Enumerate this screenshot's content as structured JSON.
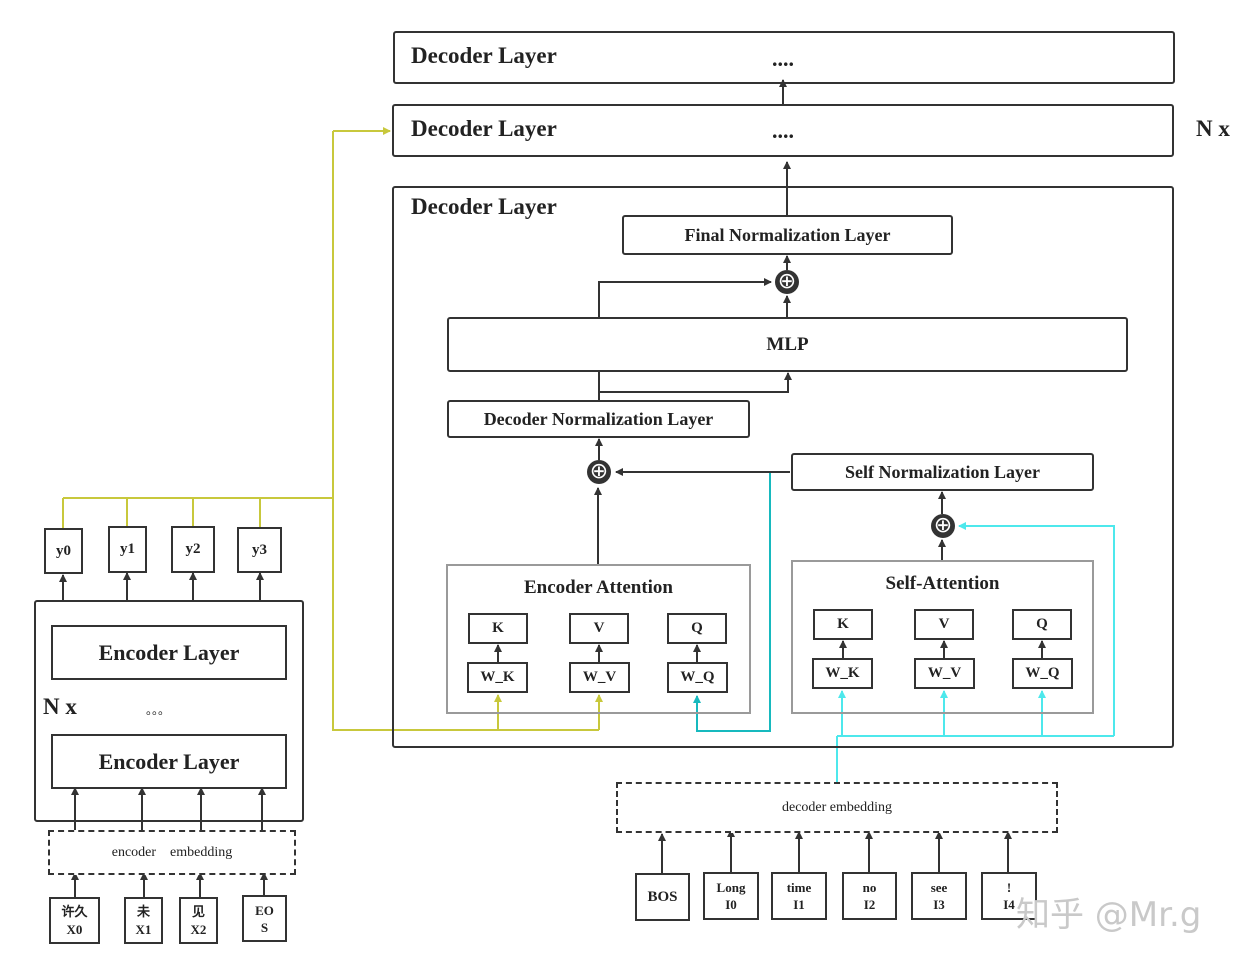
{
  "decoder_stack": {
    "top_layer": {
      "title": "Decoder Layer",
      "dots": "...."
    },
    "second_layer": {
      "title": "Decoder Layer",
      "dots": "...."
    },
    "repeat_label": "N x",
    "detail_layer": {
      "title": "Decoder Layer",
      "final_norm": "Final Normalization Layer",
      "mlp": "MLP",
      "decoder_norm": "Decoder Normalization Layer",
      "self_norm": "Self Normalization Layer",
      "encoder_attention": {
        "title": "Encoder Attention",
        "k": "K",
        "v": "V",
        "q": "Q",
        "wk": "W_K",
        "wv": "W_V",
        "wq": "W_Q"
      },
      "self_attention": {
        "title": "Self-Attention",
        "k": "K",
        "v": "V",
        "q": "Q",
        "wk": "W_K",
        "wv": "W_V",
        "wq": "W_Q"
      }
    }
  },
  "decoder_embedding": {
    "label": "decoder embedding",
    "tokens": [
      {
        "line1": "BOS",
        "line2": ""
      },
      {
        "line1": "Long",
        "line2": "I0"
      },
      {
        "line1": "time",
        "line2": "I1"
      },
      {
        "line1": "no",
        "line2": "I2"
      },
      {
        "line1": "see",
        "line2": "I3"
      },
      {
        "line1": "!",
        "line2": "I4"
      }
    ]
  },
  "encoder": {
    "outputs": [
      "y0",
      "y1",
      "y2",
      "y3"
    ],
    "top_layer": "Encoder Layer",
    "bottom_layer": "Encoder Layer",
    "repeat_label": "N x",
    "ellipsis": "。。。",
    "embedding_label": "encoder    embedding",
    "tokens": [
      {
        "line1": "许久",
        "line2": "X0"
      },
      {
        "line1": "未",
        "line2": "X1"
      },
      {
        "line1": "见",
        "line2": "X2"
      },
      {
        "line1": "EO",
        "line2": "S"
      }
    ]
  },
  "watermark": "知乎 @Mr.g",
  "colors": {
    "line": "#333333",
    "encoder_flow": "#c8c83c",
    "self_flow": "#4de8ec",
    "query_flow": "#17b9be",
    "grey_border": "#9a9a9a"
  }
}
